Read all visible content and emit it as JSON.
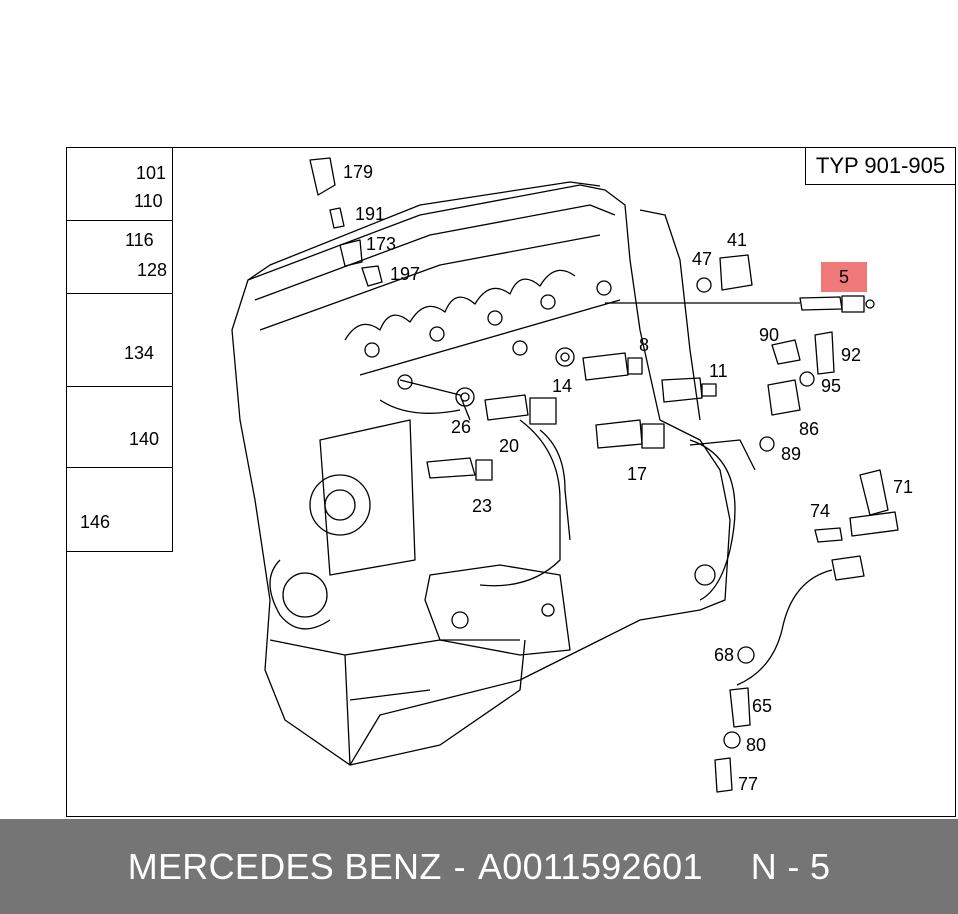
{
  "header": {
    "model_range": "TYP 901-905"
  },
  "highlighted_part": "5",
  "callouts": [
    "101",
    "110",
    "116",
    "128",
    "134",
    "140",
    "146",
    "179",
    "191",
    "173",
    "197",
    "41",
    "47",
    "90",
    "92",
    "95",
    "86",
    "89",
    "71",
    "74",
    "68",
    "65",
    "80",
    "77",
    "8",
    "11",
    "14",
    "26",
    "20",
    "17",
    "23"
  ],
  "footer": {
    "brand": "MERCEDES BENZ",
    "separator": "-",
    "part_number": "A0011592601",
    "position_label": "N - 5"
  },
  "colors": {
    "highlight": "#f07a7a",
    "footer_bg": "#757575",
    "footer_text": "#ffffff"
  }
}
